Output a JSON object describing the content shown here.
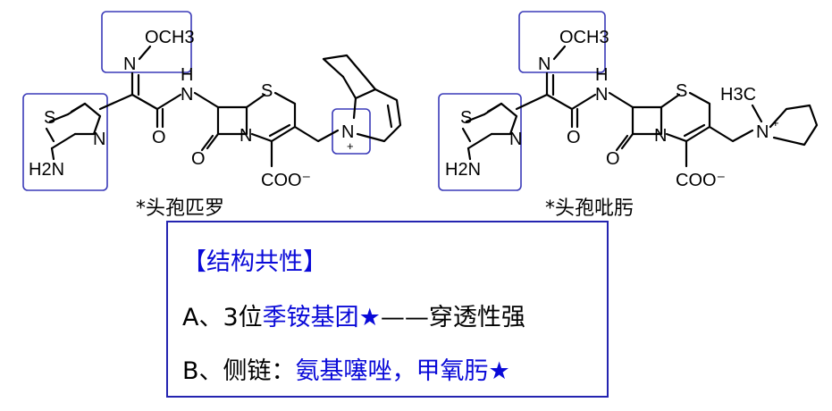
{
  "left_molecule": {
    "name": "*头孢匹罗",
    "methoxy": "OCH3",
    "amine": "H2N",
    "carboxylate": "COO⁻"
  },
  "right_molecule": {
    "name": "*头孢吡肟",
    "methoxy": "OCH3",
    "amine": "H2N",
    "carboxylate": "COO⁻",
    "methyl": "H3C"
  },
  "panel": {
    "heading": "【结构共性】",
    "line_a_prefix": "A、3位",
    "line_a_highlight": "季铵基团★",
    "line_a_suffix": "——穿透性强",
    "line_b_prefix": "B、侧链：",
    "line_b_highlight": "氨基噻唑，甲氧肟★",
    "highlight_color": "#0a0ad8",
    "border_color": "#2424b0"
  }
}
